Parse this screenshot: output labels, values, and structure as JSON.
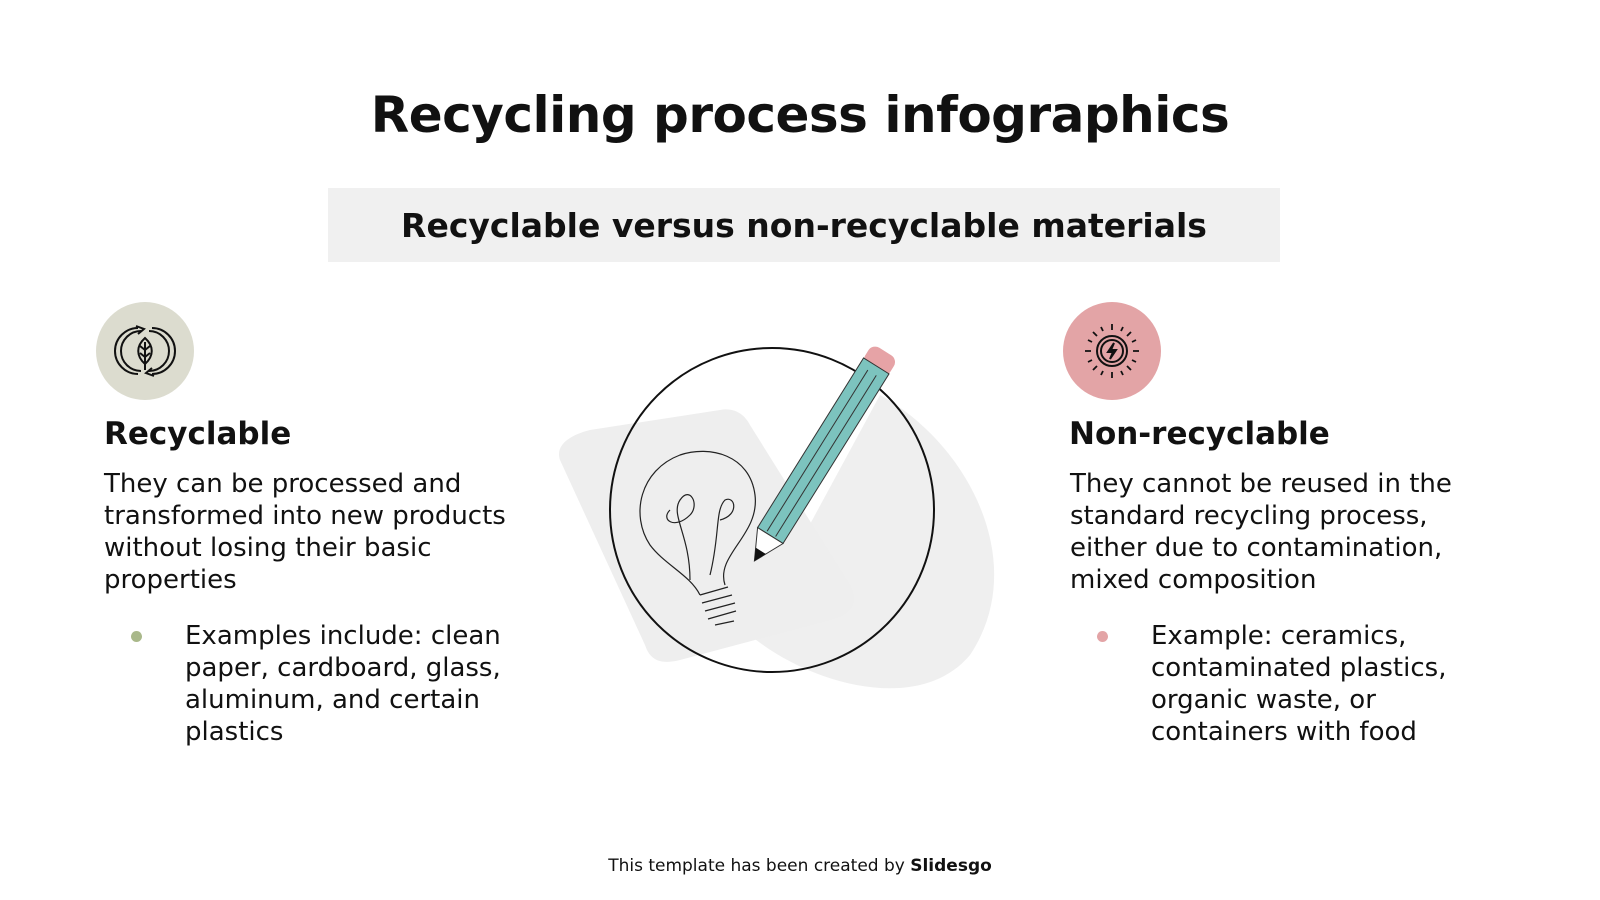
{
  "title": "Recycling process infographics",
  "subtitle": "Recyclable versus non-recyclable materials",
  "left": {
    "icon": "recycle-leaf-icon",
    "color": "#dcdccf",
    "bullet_color": "#a9b88a",
    "heading": "Recyclable",
    "body": "They can be processed and transformed into new products without losing their basic properties",
    "bullet": "Examples include: clean paper, cardboard, glass, aluminum, and certain plastics"
  },
  "right": {
    "icon": "sun-bolt-icon",
    "color": "#e3a4a6",
    "bullet_color": "#e3a4a6",
    "heading": "Non-recyclable",
    "body": "They cannot be reused in the standard recycling process, either due to contamination, mixed composition",
    "bullet": "Example: ceramics, contaminated plastics, organic waste, or containers with food"
  },
  "footer": {
    "text": "This template has been created by ",
    "brand": "Slidesgo"
  }
}
